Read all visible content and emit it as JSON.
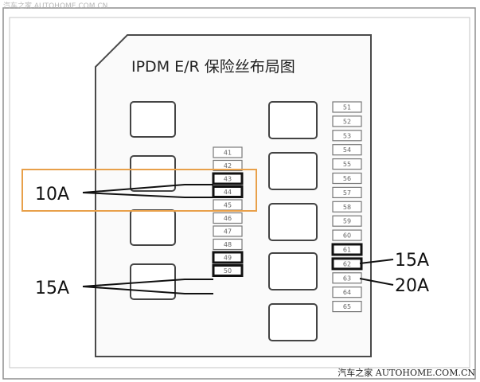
{
  "diagram": {
    "title": "IPDM E/R 保险丝布局图",
    "callouts": {
      "left_top": "10A",
      "left_bottom": "15A",
      "right_top": "15A",
      "right_bottom": "20A"
    },
    "mid_fuses": [
      "41",
      "42",
      "43",
      "44",
      "45",
      "46",
      "47",
      "48",
      "49",
      "50"
    ],
    "right_fuses": [
      "51",
      "52",
      "53",
      "54",
      "55",
      "56",
      "57",
      "58",
      "59",
      "60",
      "61",
      "62",
      "63",
      "64",
      "65"
    ],
    "highlight_color": "#e8a04a"
  },
  "watermarks": {
    "top": "汽车之家 AUTOHOME.COM.CN",
    "bottom": "汽车之家 AUTOHOME.COM.CN"
  }
}
